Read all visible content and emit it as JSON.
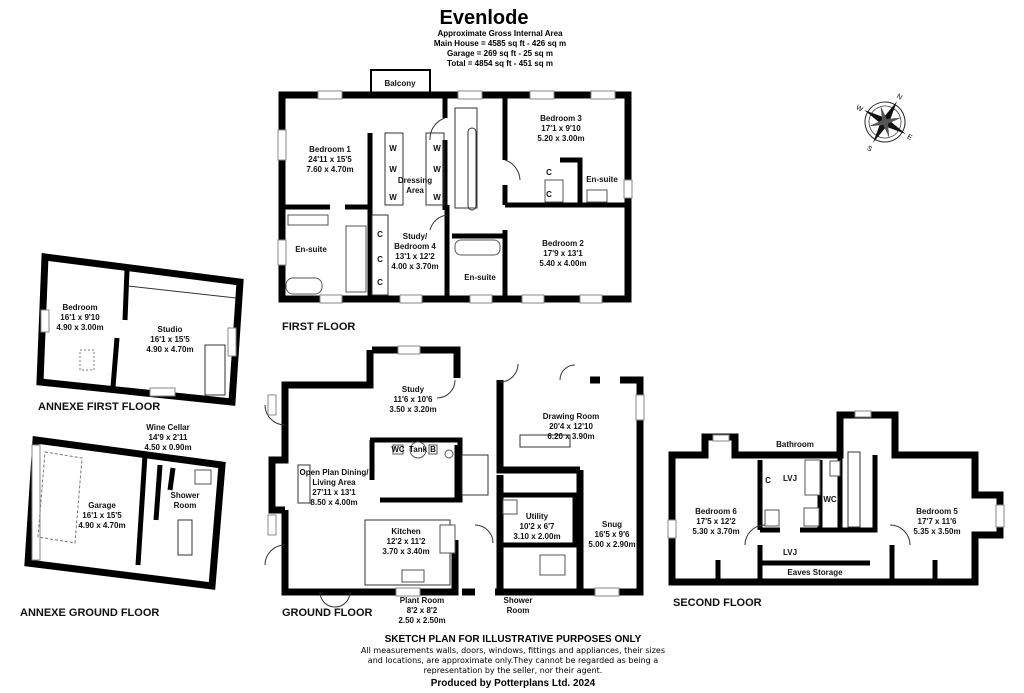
{
  "header": {
    "title": "Evenlode",
    "area_heading": "Approximate Gross Internal Area",
    "main_house": "Main House = 4585 sq ft - 426 sq m",
    "garage": "Garage = 269 sq ft - 25 sq m",
    "total": "Total = 4854 sq ft - 451 sq m"
  },
  "floors": {
    "first": {
      "label": "FIRST FLOOR",
      "rooms": [
        {
          "name": "Balcony"
        },
        {
          "name": "Bedroom 1",
          "imperial": "24'11 x 15'5",
          "metric": "7.60 x 4.70m"
        },
        {
          "name": "Dressing",
          "name2": "Area"
        },
        {
          "name": "Bedroom 3",
          "imperial": "17'1 x 9'10",
          "metric": "5.20 x 3.00m"
        },
        {
          "name": "En-suite"
        },
        {
          "name": "En-suite"
        },
        {
          "name": "Study/",
          "name2": "Bedroom 4",
          "imperial": "13'1 x 12'2",
          "metric": "4.00 x 3.70m"
        },
        {
          "name": "En-suite"
        },
        {
          "name": "Bedroom 2",
          "imperial": "17'9 x 13'1",
          "metric": "5.40 x 4.00m"
        }
      ],
      "wardrobe": "W",
      "cupboard": "C"
    },
    "ground": {
      "label": "GROUND FLOOR",
      "rooms": [
        {
          "name": "Study",
          "imperial": "11'6 x 10'6",
          "metric": "3.50 x 3.20m"
        },
        {
          "name": "Drawing Room",
          "imperial": "20'4 x 12'10",
          "metric": "6.20 x 3.90m"
        },
        {
          "name": "Open Plan Dining/",
          "name2": "Living Area",
          "imperial": "27'11 x 13'1",
          "metric": "8.50 x 4.00m"
        },
        {
          "name": "Kitchen",
          "imperial": "12'2 x 11'2",
          "metric": "3.70 x 3.40m"
        },
        {
          "name": "Utility",
          "imperial": "10'2 x 6'7",
          "metric": "3.10 x 2.00m"
        },
        {
          "name": "Snug",
          "imperial": "16'5 x 9'6",
          "metric": "5.00 x 2.90m"
        },
        {
          "name": "Plant Room",
          "imperial": "8'2 x 8'2",
          "metric": "2.50 x 2.50m"
        },
        {
          "name": "Shower",
          "name2": "Room"
        }
      ],
      "tank": "Tank",
      "wc": "WC",
      "boiler": "B"
    },
    "second": {
      "label": "SECOND FLOOR",
      "rooms": [
        {
          "name": "Bathroom"
        },
        {
          "name": "Bedroom 6",
          "imperial": "17'5 x 12'2",
          "metric": "5.30 x 3.70m"
        },
        {
          "name": "Bedroom 5",
          "imperial": "17'7 x 11'6",
          "metric": "5.35 x 3.50m"
        },
        {
          "name": "WC"
        },
        {
          "name": "Eaves Storage"
        }
      ],
      "cupboard": "C",
      "velux": "LVJ"
    },
    "annexe_first": {
      "label": "ANNEXE FIRST FLOOR",
      "rooms": [
        {
          "name": "Bedroom",
          "imperial": "16'1 x 9'10",
          "metric": "4.90 x 3.00m"
        },
        {
          "name": "Studio",
          "imperial": "16'1 x 15'5",
          "metric": "4.90 x 4.70m"
        }
      ]
    },
    "annexe_ground": {
      "label": "ANNEXE GROUND FLOOR",
      "rooms": [
        {
          "name": "Wine Cellar",
          "imperial": "14'9 x 2'11",
          "metric": "4.50 x 0.90m"
        },
        {
          "name": "Garage",
          "imperial": "16'1 x 15'5",
          "metric": "4.90 x 4.70m"
        },
        {
          "name": "Shower",
          "name2": "Room"
        }
      ]
    }
  },
  "compass": {
    "icon": "compass-rose-icon",
    "letters": [
      "N",
      "E",
      "S",
      "W"
    ]
  },
  "footer": {
    "heading": "SKETCH PLAN FOR ILLUSTRATIVE PURPOSES ONLY",
    "line1": "All measurements walls, doors, windows, fittings and appliances, their sizes",
    "line2": "and locations, are approximate only.They cannot be regarded as being a",
    "line3": "representation by the seller, nor their agent.",
    "credit": "Produced by Potterplans Ltd. 2024"
  }
}
